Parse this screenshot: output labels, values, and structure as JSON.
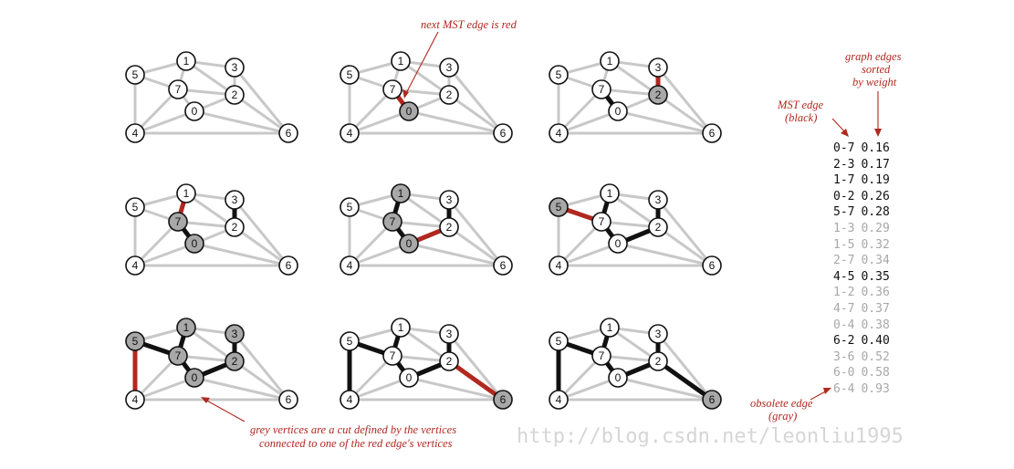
{
  "vertex_labels": [
    "0",
    "1",
    "2",
    "3",
    "4",
    "5",
    "6",
    "7"
  ],
  "graph_edges": [
    [
      0,
      7
    ],
    [
      2,
      3
    ],
    [
      1,
      7
    ],
    [
      0,
      2
    ],
    [
      5,
      7
    ],
    [
      1,
      3
    ],
    [
      1,
      5
    ],
    [
      2,
      7
    ],
    [
      4,
      5
    ],
    [
      1,
      2
    ],
    [
      4,
      7
    ],
    [
      0,
      4
    ],
    [
      6,
      2
    ],
    [
      3,
      6
    ],
    [
      6,
      0
    ],
    [
      6,
      4
    ]
  ],
  "steps": [
    {
      "cut": [],
      "mst": [],
      "next": null
    },
    {
      "cut": [
        0
      ],
      "mst": [],
      "next": [
        0,
        7
      ]
    },
    {
      "cut": [
        2
      ],
      "mst": [
        [
          0,
          7
        ]
      ],
      "next": [
        2,
        3
      ]
    },
    {
      "cut": [
        7,
        0
      ],
      "mst": [
        [
          0,
          7
        ],
        [
          2,
          3
        ]
      ],
      "next": [
        1,
        7
      ]
    },
    {
      "cut": [
        1,
        7,
        0
      ],
      "mst": [
        [
          0,
          7
        ],
        [
          2,
          3
        ],
        [
          1,
          7
        ]
      ],
      "next": [
        0,
        2
      ]
    },
    {
      "cut": [
        5
      ],
      "mst": [
        [
          0,
          7
        ],
        [
          2,
          3
        ],
        [
          1,
          7
        ],
        [
          0,
          2
        ]
      ],
      "next": [
        5,
        7
      ]
    },
    {
      "cut": [
        5,
        1,
        7,
        0,
        3,
        2
      ],
      "mst": [
        [
          0,
          7
        ],
        [
          2,
          3
        ],
        [
          1,
          7
        ],
        [
          0,
          2
        ],
        [
          5,
          7
        ]
      ],
      "next": [
        4,
        5
      ]
    },
    {
      "cut": [
        6
      ],
      "mst": [
        [
          0,
          7
        ],
        [
          2,
          3
        ],
        [
          1,
          7
        ],
        [
          0,
          2
        ],
        [
          5,
          7
        ],
        [
          4,
          5
        ]
      ],
      "next": [
        6,
        2
      ]
    },
    {
      "cut": [
        6
      ],
      "mst": [
        [
          0,
          7
        ],
        [
          2,
          3
        ],
        [
          1,
          7
        ],
        [
          0,
          2
        ],
        [
          5,
          7
        ],
        [
          4,
          5
        ],
        [
          6,
          2
        ]
      ],
      "next": null
    }
  ],
  "sorted_edges": [
    {
      "edge": "0-7",
      "weight": "0.16",
      "status": "mst"
    },
    {
      "edge": "2-3",
      "weight": "0.17",
      "status": "mst"
    },
    {
      "edge": "1-7",
      "weight": "0.19",
      "status": "mst"
    },
    {
      "edge": "0-2",
      "weight": "0.26",
      "status": "mst"
    },
    {
      "edge": "5-7",
      "weight": "0.28",
      "status": "mst"
    },
    {
      "edge": "1-3",
      "weight": "0.29",
      "status": "obsolete"
    },
    {
      "edge": "1-5",
      "weight": "0.32",
      "status": "obsolete"
    },
    {
      "edge": "2-7",
      "weight": "0.34",
      "status": "obsolete"
    },
    {
      "edge": "4-5",
      "weight": "0.35",
      "status": "mst"
    },
    {
      "edge": "1-2",
      "weight": "0.36",
      "status": "obsolete"
    },
    {
      "edge": "4-7",
      "weight": "0.37",
      "status": "obsolete"
    },
    {
      "edge": "0-4",
      "weight": "0.38",
      "status": "obsolete"
    },
    {
      "edge": "6-2",
      "weight": "0.40",
      "status": "mst"
    },
    {
      "edge": "3-6",
      "weight": "0.52",
      "status": "obsolete"
    },
    {
      "edge": "6-0",
      "weight": "0.58",
      "status": "obsolete"
    },
    {
      "edge": "6-4",
      "weight": "0.93",
      "status": "obsolete"
    }
  ],
  "annotations": {
    "next_mst_edge": "next MST edge is red",
    "cut_line1": "grey vertices are a cut defined by the vertices",
    "cut_line2": "connected to one of the red edge's vertices",
    "mst_edge_line1": "MST edge",
    "mst_edge_line2": "(black)",
    "sorted_line1": "graph edges",
    "sorted_line2": "sorted",
    "sorted_line3": "by weight",
    "obsolete_line1": "obsolete edge",
    "obsolete_line2": "(gray)"
  },
  "watermark": "http://blog.csdn.net/leonliu1995",
  "colors": {
    "next_edge": "#b0281f",
    "mst_edge": "#111111",
    "graph_edge": "#c8c8c8",
    "cut_vertex": "#a8a8a8",
    "annotation": "#b0281f"
  }
}
